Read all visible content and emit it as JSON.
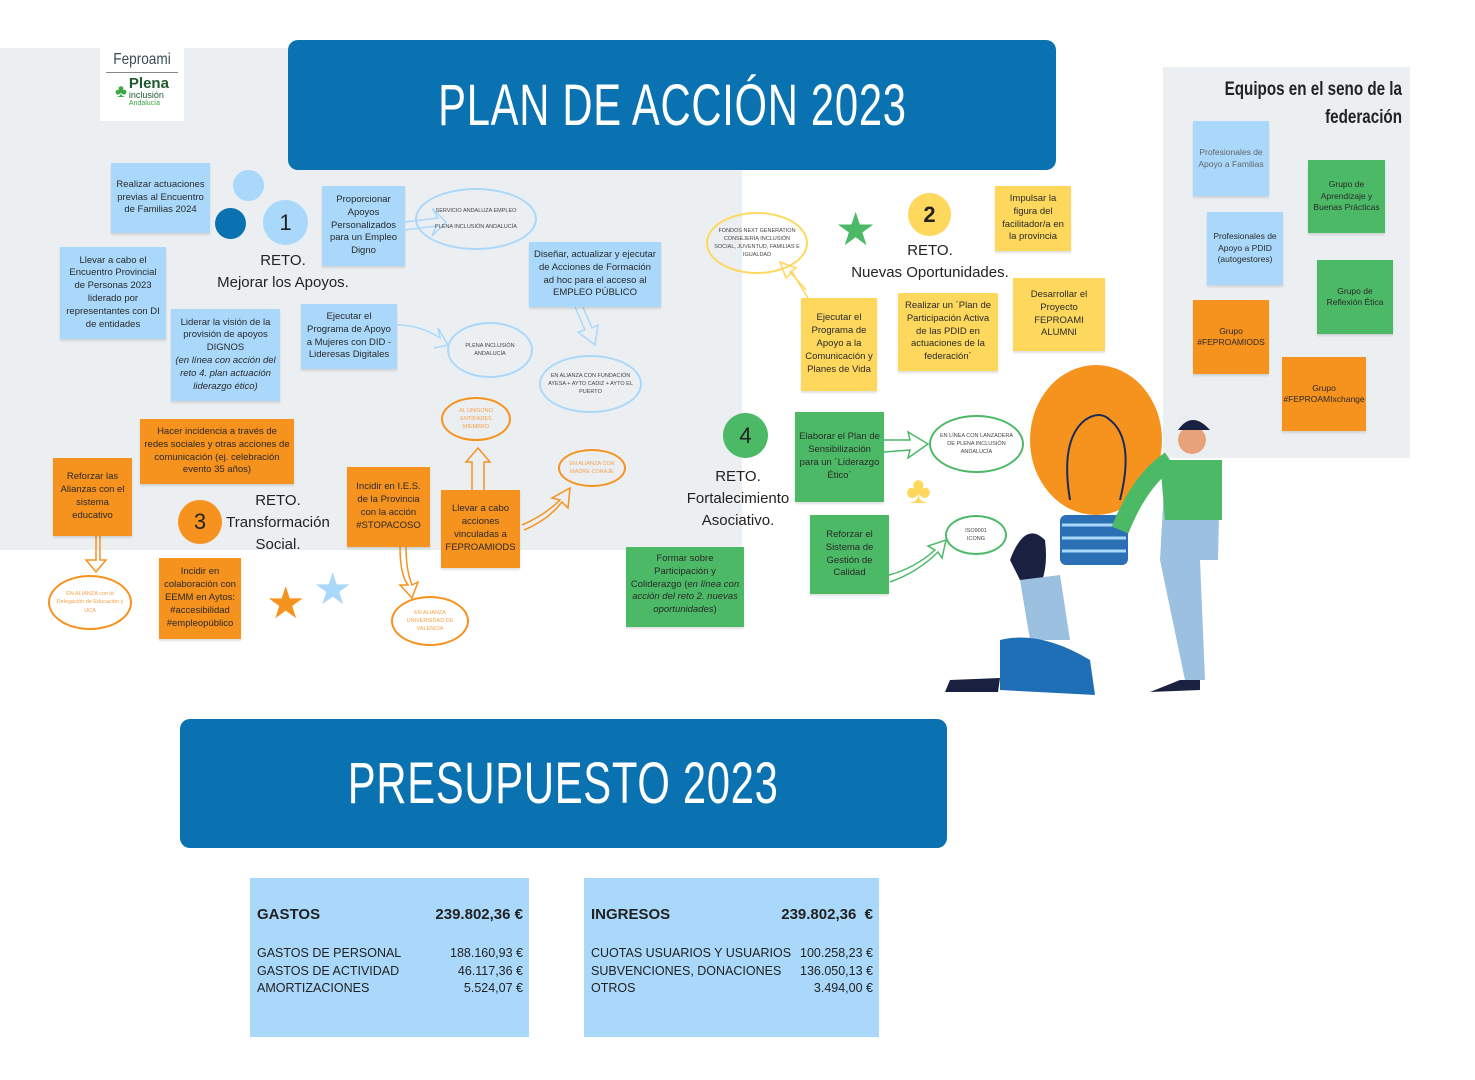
{
  "logo": {
    "brand": "Feproami",
    "org": "Plena",
    "org2": "inclusión",
    "region": "Andalucía"
  },
  "plan_title": "PLAN DE ACCIÓN 2023",
  "budget_title": "PRESUPUESTO 2023",
  "reto1": {
    "number": "1",
    "title": "RETO.\nMejorar los Apoyos.",
    "notes": [
      "Realizar actuaciones previas al Encuentro de Familias 2024",
      "Llevar a cabo el Encuentro Provincial de Personas 2023 liderado por representantes con DI de entidades",
      "Liderar la visión de la provisión de apoyos DIGNOS",
      "(en línea con acción del reto 4. plan actuación liderazgo ético)",
      "Proporcionar Apoyos Personalizados para un Empleo Digno",
      "Ejecutar el Programa de Apoyo a Mujeres con DID - Lideresas Digitales",
      "Diseñar, actualizar y ejecutar de Acciones  de Formación ad hoc para el acceso al EMPLEO PÚBLICO"
    ],
    "partners": [
      "SERVICIO ANDALUZA EMPLEO\n\nPLENA INCLUSIÓN ANDALUCÍA",
      "PLENA INCLUSIÓN ANDALUCÍA",
      "EN ALIANZA CON FUNDACIÓN AYESA + AYTO CADIZ + AYTO EL PUERTO"
    ]
  },
  "reto2": {
    "number": "2",
    "title": "RETO.\nNuevas Oportunidades.",
    "notes": [
      "Impulsar la figura del facilitador/a en la provincia",
      "Ejecutar el Programa de Apoyo a la Comunicación y Planes de Vida",
      "Realizar un ´Plan de Participación Activa de las PDID en actuaciones  de la federación´",
      "Desarrollar el Proyecto FEPROAMI ALUMNI"
    ],
    "partners": [
      "FONDOS NEXT GENERATION CONSEJERÍA INCLUSIÓN SOCIAL, JUVENTUD, FAMILIAS E IGUALDAD"
    ]
  },
  "reto3": {
    "number": "3",
    "title": "RETO.\nTransformación\nSocial.",
    "notes": [
      "Hacer incidencia a través de redes sociales y otras acciones de comunicación (ej. celebración evento 35 años)",
      "Reforzar las Alianzas con el sistema educativo",
      "Incidir en I.E.S. de la Provincia con la acción #STOPACOSO",
      "Llevar a cabo acciones vinculadas a FEPROAMIODS",
      "Incidir en colaboración con EEMM en Aytos: #accesibilidad #empleopúblico"
    ],
    "partners": [
      "AL UNÍSONO ENTIDADES MIEMBRO",
      "EN ALIANZA CON MADRE CORAJE",
      "EN ALIANZA con la Delegación de Educación y UCA",
      "EN ALIANZA UNIVERSIDAD DE VALENCIA"
    ]
  },
  "reto4": {
    "number": "4",
    "title": "RETO.\nFortalecimiento\nAsociativo.",
    "notes": [
      "Elaborar el Plan de Sensibilización para un ´Liderazgo Ético´",
      "Reforzar el Sistema de Gestión de Calidad",
      "Formar sobre Participación y Coliderazgo (",
      "en línea con acción del reto 2. nuevas oportunidades",
      ")"
    ],
    "partners": [
      "EN LÍNEA CON LANZADERA DE PLENA INCLUSIÓN ANDALUCÍA",
      "ISO9001\nICONG"
    ]
  },
  "teams": {
    "title": "Equipos en el seno de la federación",
    "items": [
      "Profesionales de Apoyo a Familias",
      "Profesionales de Apoyo a PDID (autogestores)",
      "Grupo de Aprendizaje y Buenas Prácticas",
      "Grupo de Reflexión Ética",
      "Grupo #FEPROAMIODS",
      "Grupo #FEPROAMIxchange"
    ]
  },
  "gastos": {
    "label": "GASTOS",
    "total": "239.802,36 €",
    "rows": [
      {
        "label": "GASTOS DE PERSONAL",
        "value": "188.160,93 €"
      },
      {
        "label": "GASTOS DE ACTIVIDAD",
        "value": "46.117,36 €"
      },
      {
        "label": "AMORTIZACIONES",
        "value": "5.524,07 €"
      }
    ]
  },
  "ingresos": {
    "label": "INGRESOS",
    "total": "239.802,36  €",
    "rows": [
      {
        "label": "CUOTAS USUARIOS Y USUARIOS",
        "value": "100.258,23 €"
      },
      {
        "label": "SUBVENCIONES, DONACIONES",
        "value": "136.050,13 €"
      },
      {
        "label": "OTROS",
        "value": "3.494,00 €"
      }
    ]
  },
  "colors": {
    "banner": "#0a72b0",
    "blue": "#a9d8fb",
    "orange": "#f6921e",
    "yellow": "#fdd85d",
    "green": "#4cb966"
  }
}
